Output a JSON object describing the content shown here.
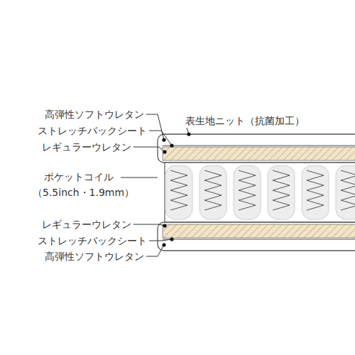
{
  "diagram": {
    "labels": [
      "高弾性ソフトウレタン",
      "表生地ニット（抗菌加工）",
      "ストレッチバックシート",
      "レギュラーウレタン",
      "ポケットコイル",
      "（5.5inch・1.9mm）",
      "レギュラーウレタン",
      "ストレッチバックシート",
      "高弾性ソフトウレタン"
    ]
  }
}
